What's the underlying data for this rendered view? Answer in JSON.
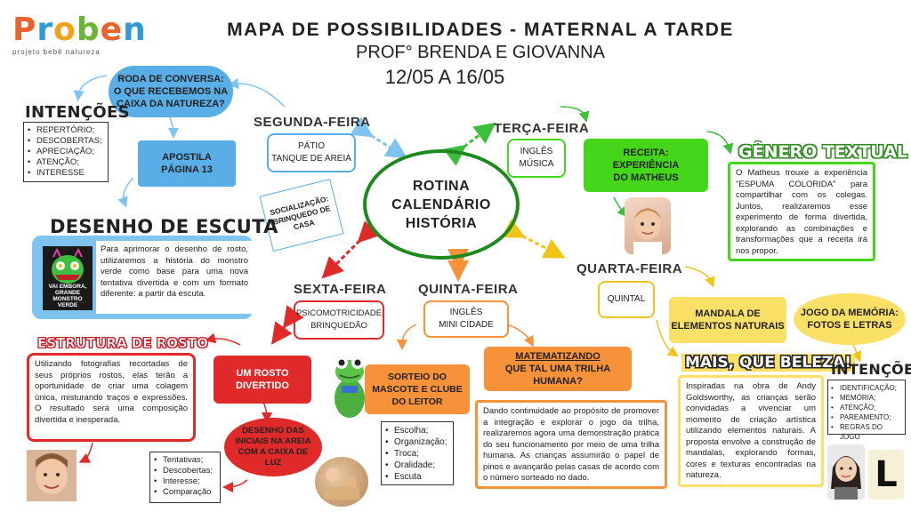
{
  "logo": {
    "name": "Proben",
    "letters": [
      "P",
      "r",
      "o",
      "b",
      "e",
      "n"
    ],
    "tagline": "projeto bebê natureza"
  },
  "header": {
    "title": "MAPA DE POSSIBILIDADES - MATERNAL A TARDE",
    "subtitle": "PROF° BRENDA E GIOVANNA",
    "dates": "12/05 A 16/05"
  },
  "center": {
    "line1": "ROTINA",
    "line2": "CALENDÁRIO",
    "line3": "HISTÓRIA"
  },
  "days": {
    "monday": {
      "label": "SEGUNDA-FEIRA",
      "activity1": "PÁTIO",
      "activity2": "TANQUE DE AREIA",
      "social": "SOCIALIZAÇÃO: BRINQUEDO DE CASA"
    },
    "tuesday": {
      "label": "TERÇA-FEIRA",
      "activity1": "INGLÊS",
      "activity2": "MÚSICA"
    },
    "wednesday": {
      "label": "QUARTA-FEIRA",
      "activity1": "QUINTAL"
    },
    "thursday": {
      "label": "QUINTA-FEIRA",
      "activity1": "INGLÊS",
      "activity2": "MINI CIDADE"
    },
    "friday": {
      "label": "SEXTA-FEIRA",
      "activity1": "PSICOMOTRICIDADE",
      "activity2": "BRINQUEDÃO"
    }
  },
  "roda": {
    "line1": "RODA DE CONVERSA:",
    "line2": "O QUE RECEBEMOS NA",
    "line3": "CAIXA DA NATUREZA?"
  },
  "apostila": {
    "line1": "APOSTILA",
    "line2": "PÁGINA 13"
  },
  "intencoes_left": {
    "heading": "INTENÇÕES",
    "items": [
      "REPERTÓRIO;",
      "DESCOBERTAS;",
      "APRECIAÇÃO;",
      "ATENÇÃO;",
      "INTERESSE"
    ]
  },
  "desenho": {
    "heading": "DESENHO DE ESCUTA",
    "text": "Para aprimorar o desenho de rosto, utilizaremos a história do monstro verde como base para uma nova tentativa divertida e com um formato diferente: a partir da escuta.",
    "book_title": "VAI EMBORA, GRANDE MONSTRO VERDE"
  },
  "estrutura": {
    "heading": "ESTRUTURA DE ROSTO",
    "text": "Utilizando fotografias recortadas de seus próprios rostos, elas terão a oportunidade de criar uma colagem única, misturando traços e expressões. O resultado será uma composição divertida e inesperada."
  },
  "rosto": {
    "line1": "UM ROSTO",
    "line2": "DIVERTIDO"
  },
  "iniciais": {
    "line1": "DESENHO DAS",
    "line2": "INICIAIS NA AREIA",
    "line3": "COM A CAIXA DE",
    "line4": "LUZ"
  },
  "intencoes_bottom": {
    "items": [
      "Tentativas;",
      "Descobertas;",
      "Interesse;",
      "Comparação"
    ]
  },
  "sorteio": {
    "line1": "SORTEIO DO",
    "line2": "MASCOTE E CLUBE",
    "line3": "DO LEITOR"
  },
  "sorteio_list": {
    "items": [
      "Escolha;",
      "Organização;",
      "Troca;",
      "Oralidade;",
      "Escuta"
    ]
  },
  "matematizando": {
    "line1": "MATEMATIZANDO",
    "line2": "QUE TAL UMA TRILHA",
    "line3": "HUMANA?",
    "text": "Dando continuidade ao propósito de promover a integração e explorar o jogo da trilha, realizaremos agora uma demonstração prática do seu funcionamento por meio de uma trilha humana. As crianças assumirão o papel de pinos e avançarão pelas casas de acordo com o número sorteado no dado."
  },
  "receita": {
    "line1": "RECEITA:",
    "line2": "EXPERIÊNCIA",
    "line3": "DO MATHEUS"
  },
  "genero": {
    "heading": "GÊNERO TEXTUAL",
    "text": "O Matheus trouxe a experiência \"ESPUMA COLORIDA\" para compartilhar com os colegas. Juntos, realizaremos esse experimento de forma divertida, explorando as combinações e transformações que a receita irá nos propor."
  },
  "mandala": {
    "line1": "MANDALA DE",
    "line2": "ELEMENTOS NATURAIS"
  },
  "memoria": {
    "line1": "JOGO DA MEMÓRIA:",
    "line2": "FOTOS E LETRAS"
  },
  "beleza": {
    "heading": "MAIS, QUE BELEZA!",
    "text": "Inspiradas na obra de Andy Goldsworthy, as crianças serão convidadas a vivenciar um momento de criação artística utilizando elementos naturais. A proposta envolve a construção de mandalas, explorando formas, cores e texturas encontradas na natureza."
  },
  "intencoes_right": {
    "heading": "INTENÇÕES",
    "items": [
      "IDENTIFICAÇÃO;",
      "MEMÓRIA;",
      "ATENÇÃO;",
      "PAREAMENTO;",
      "REGRAS DO JOGO"
    ]
  },
  "letter_card": "L",
  "colors": {
    "blue": "#5aaee8",
    "light_blue": "#7fc3f0",
    "green": "#45d61c",
    "red": "#e02a2a",
    "orange": "#f7923a",
    "yellow": "#fbe067",
    "dark_green": "#2a9c2a"
  }
}
